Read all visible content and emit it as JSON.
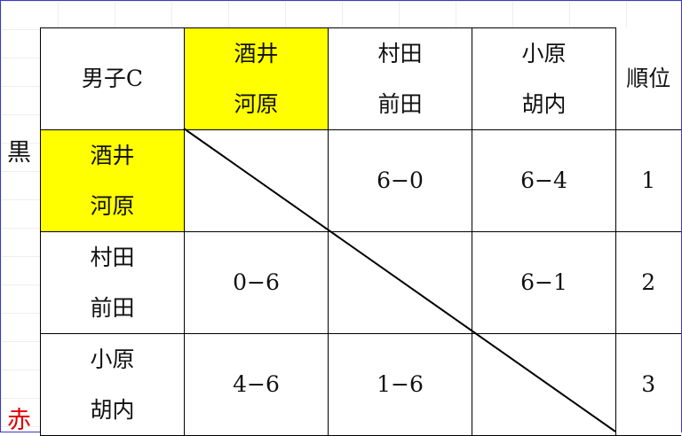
{
  "table": {
    "corner": "男子C",
    "rank_header": "順位",
    "columns": [
      {
        "line1": "酒井",
        "line2": "河原",
        "highlight": "#ffff00"
      },
      {
        "line1": "村田",
        "line2": "前田"
      },
      {
        "line1": "小原",
        "line2": "胡内"
      }
    ],
    "rows": [
      {
        "line1": "酒井",
        "line2": "河原",
        "cells": [
          "",
          "6−0",
          "6−4"
        ],
        "rank": "1",
        "highlight": "#ffff00"
      },
      {
        "line1": "村田",
        "line2": "前田",
        "cells": [
          "0−6",
          "",
          "6−1"
        ],
        "rank": "2"
      },
      {
        "line1": "小原",
        "line2": "胡内",
        "cells": [
          "4−6",
          "1−6",
          ""
        ],
        "rank": "3"
      }
    ]
  },
  "side_labels": {
    "top": "黒",
    "bottom": "赤",
    "bottom_color": "#e00000"
  }
}
